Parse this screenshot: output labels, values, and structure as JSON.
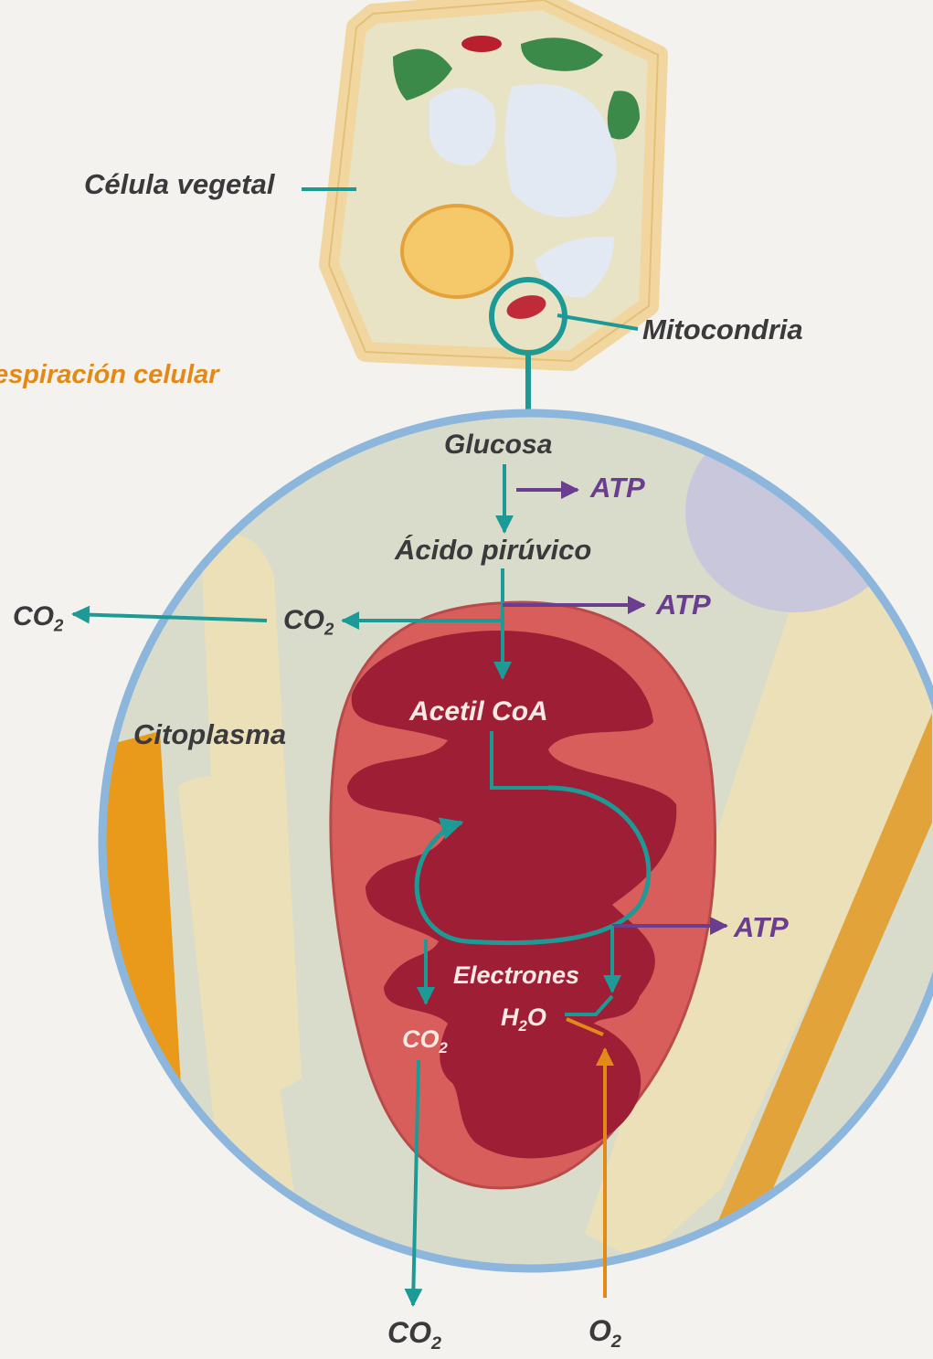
{
  "labels": {
    "plant_cell": "Célula vegetal",
    "mitochondrion": "Mitocondria",
    "section_title": "Respiración celular",
    "glucose": "Glucosa",
    "atp": "ATP",
    "pyruvic_acid": "Ácido pirúvico",
    "acetyl_coa": "Acetil CoA",
    "cytoplasm": "Citoplasma",
    "electrons": "Electrones",
    "co2_main": "CO",
    "co2_sub": "2",
    "h2o_h": "H",
    "h2o_sub": "2",
    "h2o_o": "O",
    "o2_main": "O",
    "o2_sub": "2"
  },
  "colors": {
    "teal_arrow": "#1e9a96",
    "purple_arrow": "#6a3d8e",
    "orange_arrow": "#e28a17",
    "magnifier_ring": "#8db6dc",
    "cytoplasm_bg": "#d9dccb",
    "mito_outer": "#d85e5c",
    "mito_inner": "#9e1e36",
    "cell_wall": "#f1d79f",
    "chloroplast": "#3c8a4a"
  }
}
